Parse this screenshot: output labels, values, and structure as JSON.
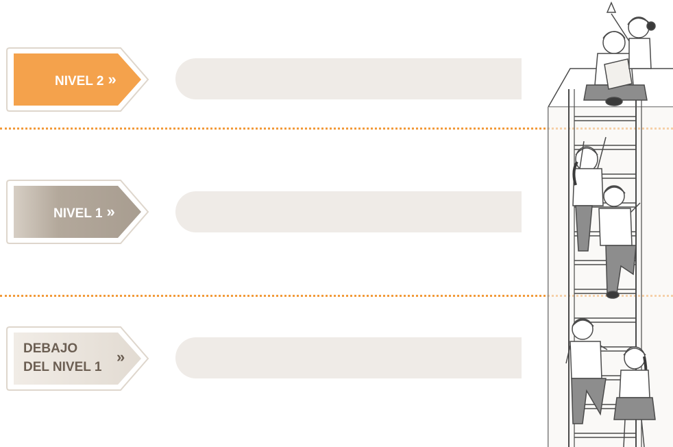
{
  "levels": [
    {
      "id": "nivel-2",
      "label": "NIVEL 2",
      "chevron": "»",
      "icon": "double-chevron-right-icon",
      "tag_color": "#f4a24c",
      "text_color": "#ffffff"
    },
    {
      "id": "nivel-1",
      "label": "NIVEL 1",
      "chevron": "»",
      "icon": "double-chevron-right-icon",
      "tag_color": "#b3a89b",
      "text_color": "#ffffff"
    },
    {
      "id": "debajo-nivel-1",
      "label_line1": "DEBAJO",
      "label_line2": "DEL NIVEL 1",
      "chevron": "»",
      "icon": "double-chevron-right-icon",
      "tag_color": "#e6e0d8",
      "text_color": "#6b5e52"
    }
  ],
  "colors": {
    "answer_bar": "#efebe7",
    "divider": "#f29a3a",
    "tag_outline": "#ded6cc",
    "illustration_line": "#4a4a4a"
  },
  "illustration": {
    "subject": "children-climbing-ladder-illustration"
  }
}
